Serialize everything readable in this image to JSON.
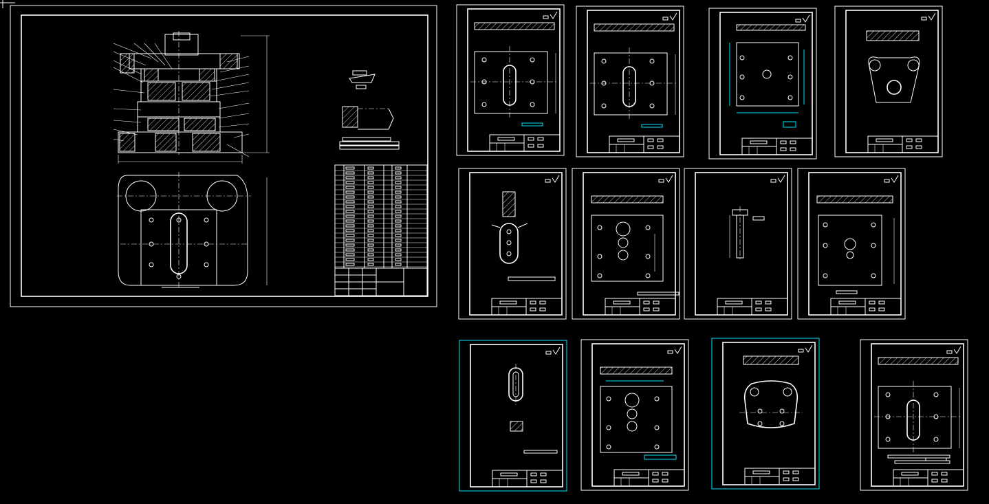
{
  "viewport": {
    "background": "#000000"
  },
  "colors": {
    "line": "#ffffff",
    "dimension": "#00e5ff"
  },
  "sheets": {
    "assembly": {
      "kind": "assembly-drawing"
    },
    "parts": [
      {
        "id": "p1",
        "kind": "plate-with-slot"
      },
      {
        "id": "p2",
        "kind": "plate-with-slot"
      },
      {
        "id": "p3",
        "kind": "plate-cyan-dims"
      },
      {
        "id": "p4",
        "kind": "bracket-round"
      },
      {
        "id": "p5",
        "kind": "punch-slot"
      },
      {
        "id": "p6",
        "kind": "plate-holes"
      },
      {
        "id": "p7",
        "kind": "pin"
      },
      {
        "id": "p8",
        "kind": "plate-centre-hole"
      },
      {
        "id": "p9",
        "kind": "slot-punch-small"
      },
      {
        "id": "p10",
        "kind": "plate-holes-cyan"
      },
      {
        "id": "p11",
        "kind": "round-plate"
      },
      {
        "id": "p12",
        "kind": "plate-with-slot-dims"
      }
    ]
  }
}
